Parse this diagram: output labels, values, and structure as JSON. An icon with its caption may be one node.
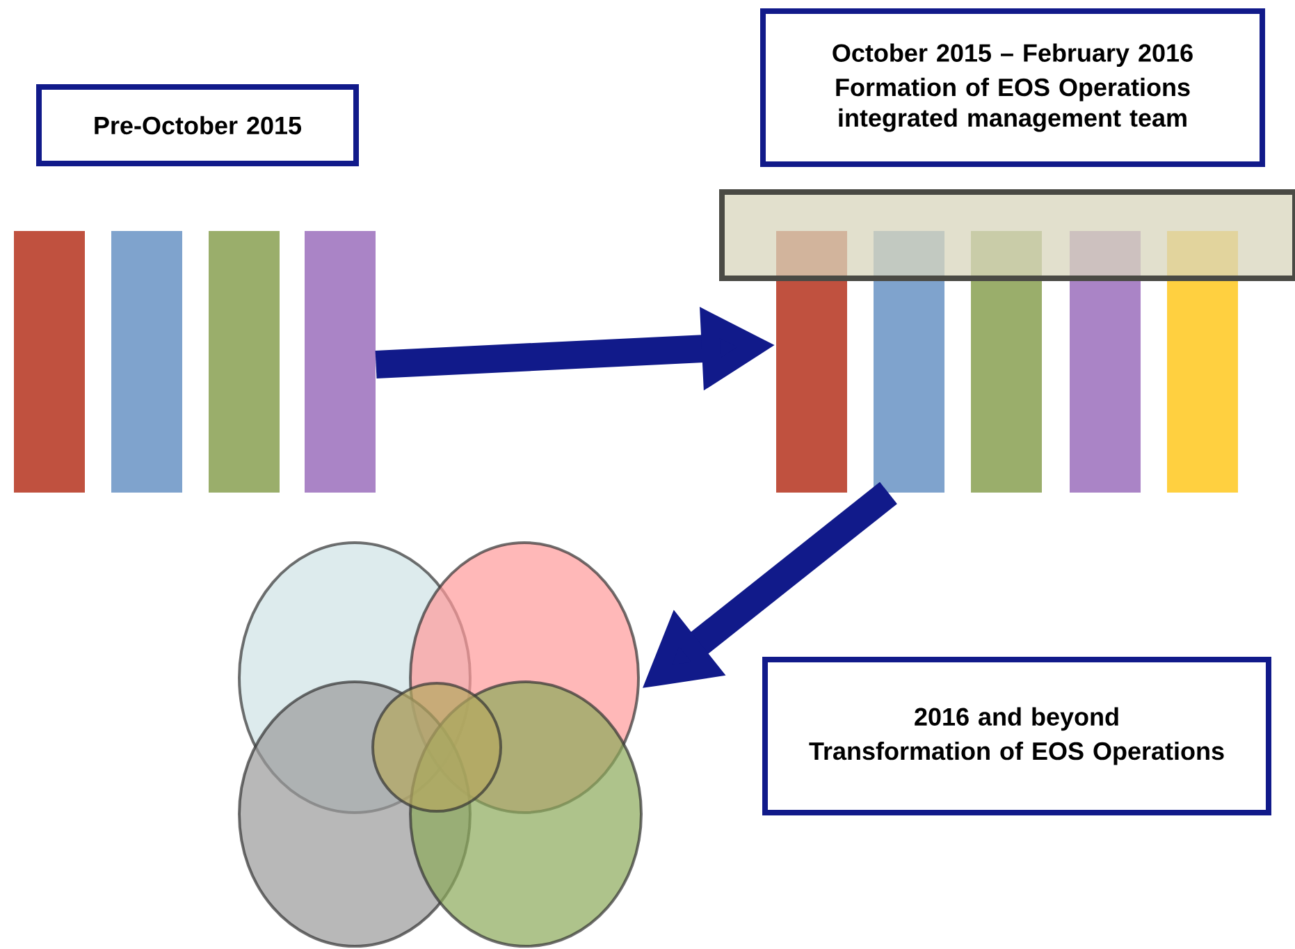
{
  "diagram": {
    "nodes": [
      {
        "text": [
          "Pre-October 2015"
        ]
      },
      {
        "text": [],
        "shape": "bar"
      },
      {
        "text": [
          "October 2015 – February 2016",
          "Formation of EOS Operations integrated management team"
        ]
      },
      {
        "text": [],
        "shape": "bar"
      },
      {
        "text": [],
        "shape": "circle"
      },
      {
        "text": [
          "2016 and beyond",
          "Transformation of EOS Operations"
        ]
      }
    ],
    "edges": [
      {
        "from": 1,
        "to": 3,
        "arrow": "to"
      },
      {
        "from": 3,
        "to": 4,
        "arrow": "to"
      }
    ]
  }
}
